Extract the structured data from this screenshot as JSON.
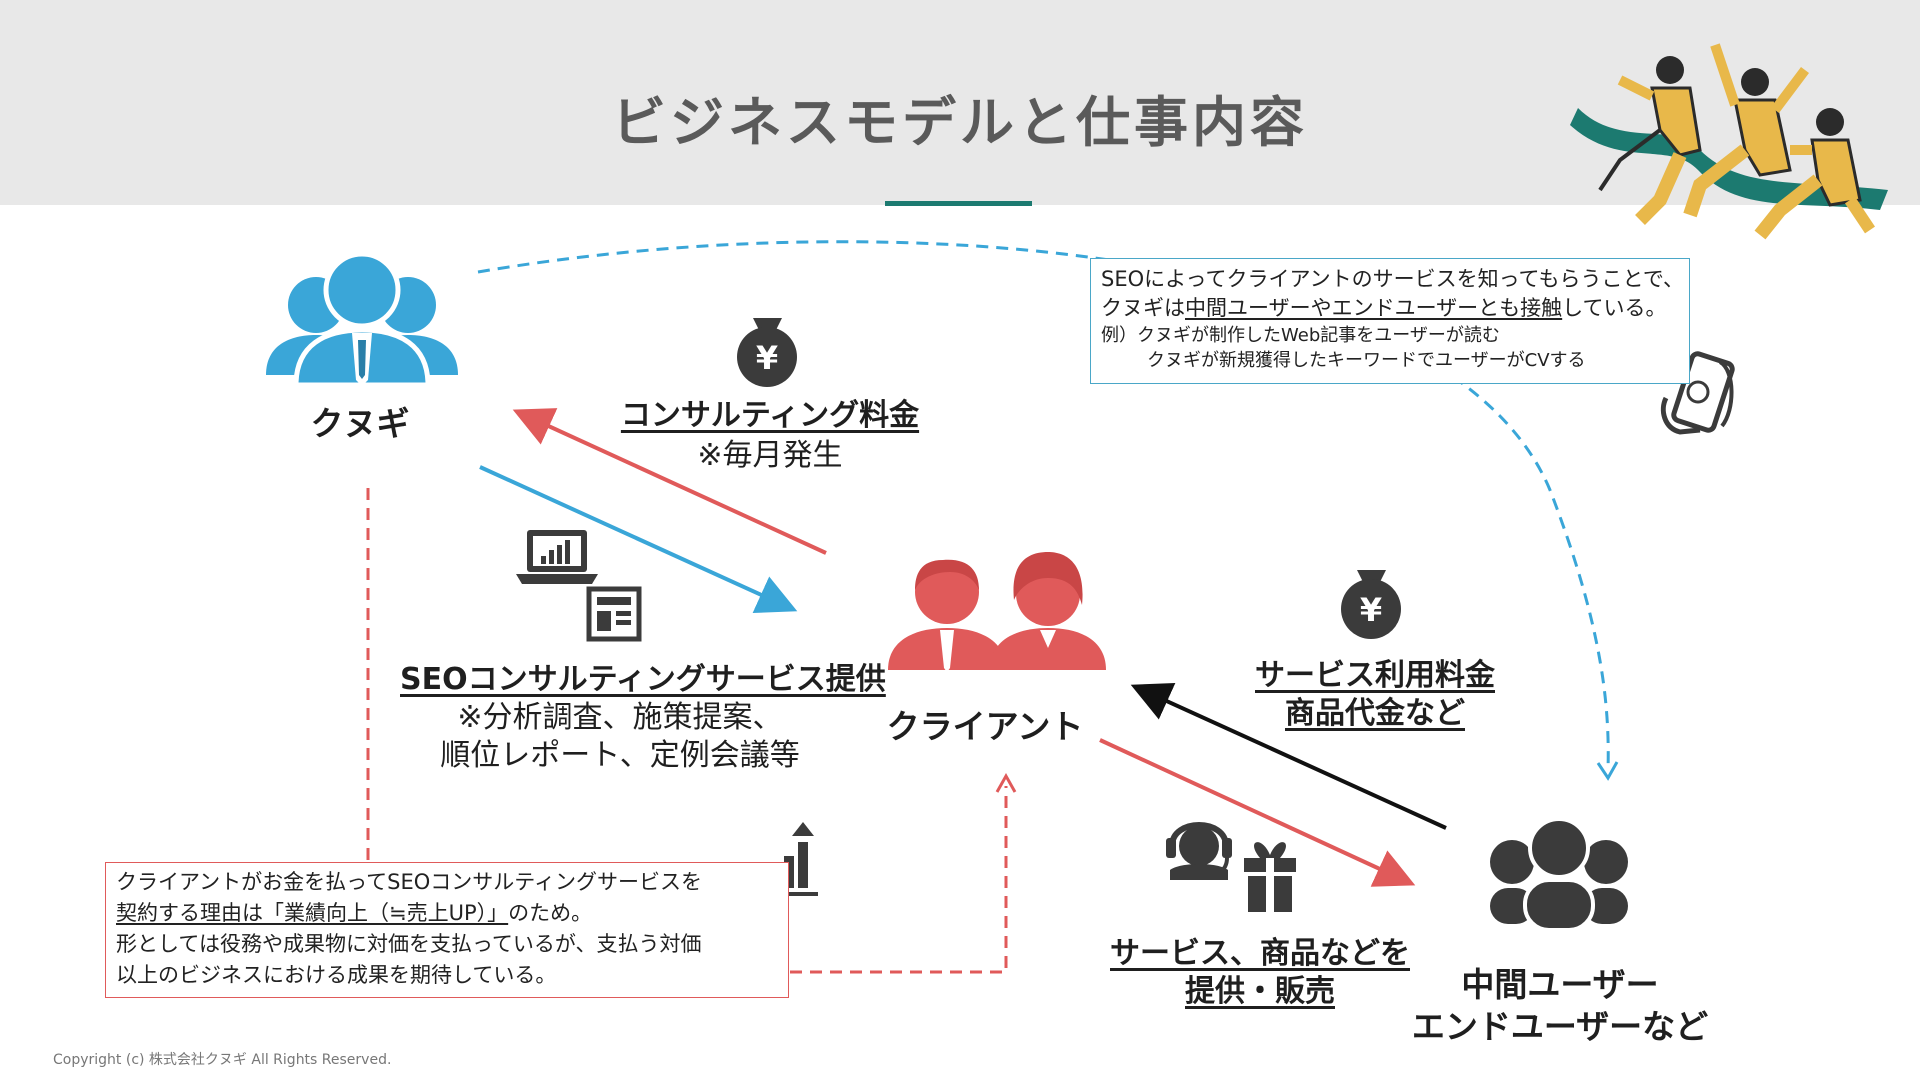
{
  "title": "ビジネスモデルと仕事内容",
  "nodes": {
    "kunugi": "クヌギ",
    "client": "クライアント",
    "users": [
      "中間ユーザー",
      "エンドユーザーなど"
    ]
  },
  "flows": {
    "consulting_fee": {
      "title": "コンサルティング料金",
      "note": "※毎月発生"
    },
    "seo_service": {
      "title": "SEOコンサルティングサービス提供",
      "notes": [
        "※分析調査、施策提案、",
        "順位レポート、定例会議等"
      ]
    },
    "service_fee": {
      "lines": [
        "サービス利用料金",
        "商品代金など"
      ]
    },
    "provide_sell": {
      "lines": [
        "サービス、商品などを",
        "提供・販売"
      ]
    }
  },
  "note_top_right": {
    "line1": "SEOによってクライアントのサービスを知ってもらうことで、",
    "line2_prefix": "クヌギは",
    "line2_underlined": "中間ユーザーやエンドユーザーとも接触",
    "line2_suffix": "している。",
    "example1": "例）クヌギが制作したWeb記事をユーザーが読む",
    "example2": "クヌギが新規獲得したキーワードでユーザーがCVする"
  },
  "note_bottom_left": {
    "line1": "クライアントがお金を払ってSEOコンサルティングサービスを",
    "line2_underlined": "契約する理由は「業績向上（≒売上UP）」",
    "line2_suffix": "のため。",
    "line3": "形としては役務や成果物に対価を支払っているが、支払う対価",
    "line4": "以上のビジネスにおける成果を期待している。"
  },
  "copyright": "Copyright (c) 株式会社クヌギ All Rights Reserved.",
  "icons": {
    "yen": "¥"
  },
  "colors": {
    "blue": "#3aa6d8",
    "red": "#e05a5a",
    "dark": "#3b3b3b",
    "teal": "#1c7a70",
    "yellow": "#e8b84a"
  }
}
